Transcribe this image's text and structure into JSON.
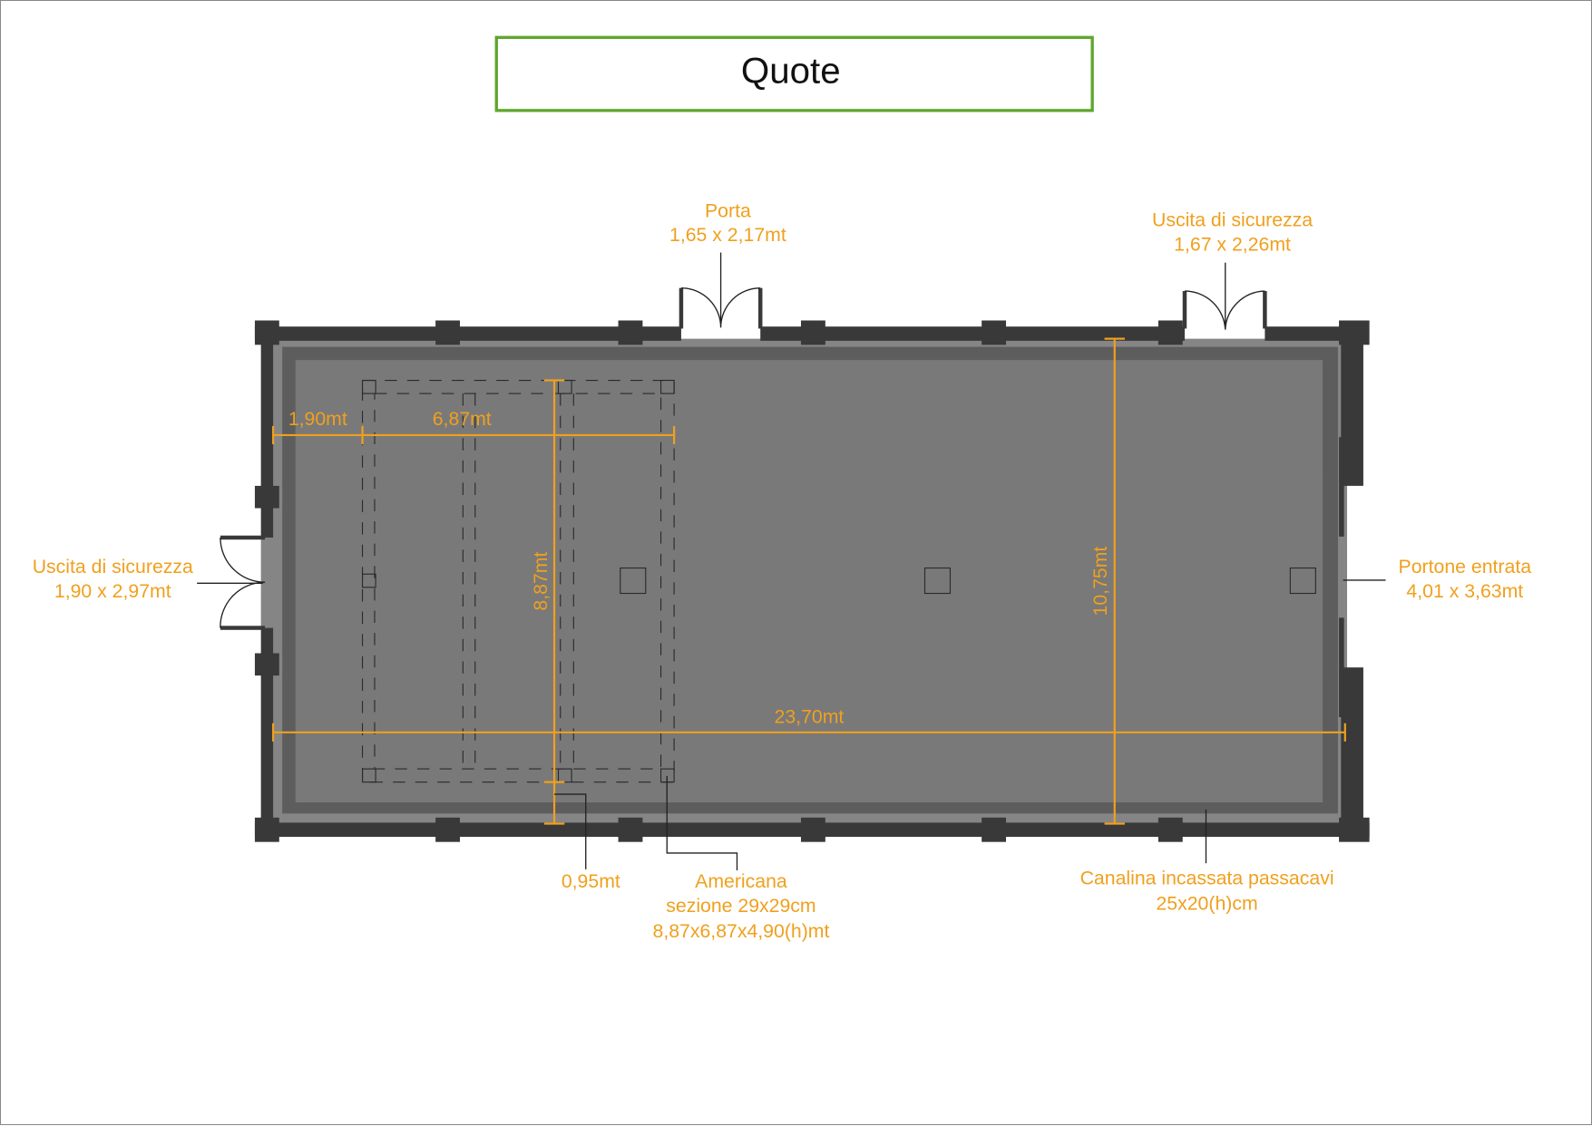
{
  "title": "Quote",
  "colors": {
    "accent": "#F0A01E",
    "title_border": "#5FA62E",
    "wall": "#393939",
    "floor": "#797979"
  },
  "labels": {
    "porta": {
      "name": "Porta",
      "size": "1,65 x 2,17mt"
    },
    "uscita_top": {
      "name": "Uscita di sicurezza",
      "size": "1,67 x 2,26mt"
    },
    "uscita_left": {
      "name": "Uscita di sicurezza",
      "size": "1,90 x 2,97mt"
    },
    "portone": {
      "name": "Portone entrata",
      "size": "4,01 x 3,63mt"
    },
    "americana": {
      "name": "Americana",
      "section": "sezione 29x29cm",
      "size": "8,87x6,87x4,90(h)mt"
    },
    "canalina": {
      "name": "Canalina incassata passacavi",
      "size": "25x20(h)cm"
    },
    "offset_bottom": "0,95mt"
  },
  "dimensions": {
    "left_offset": "1,90mt",
    "truss_width": "6,87mt",
    "truss_depth": "8,87mt",
    "hall_depth": "10,75mt",
    "hall_length": "23,70mt"
  }
}
